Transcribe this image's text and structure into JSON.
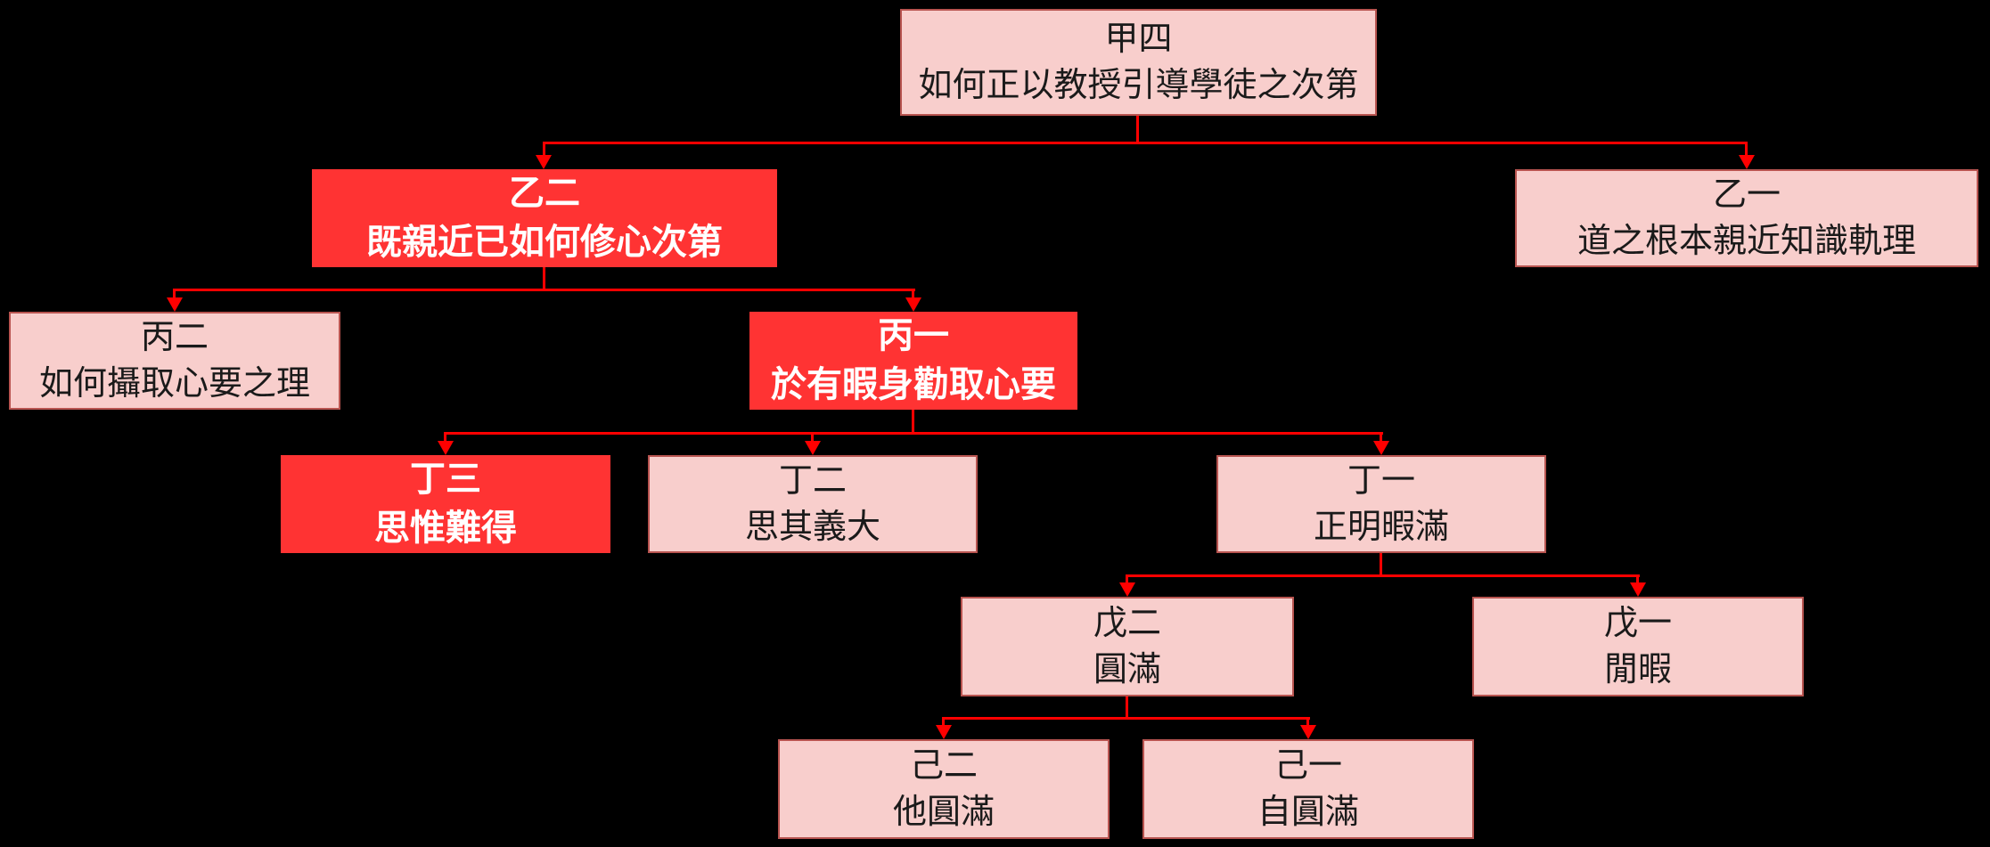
{
  "diagram": {
    "kind": "tree-flowchart",
    "colors": {
      "background": "#000000",
      "connector": "#ff0000",
      "node_fill": "#f8cecc",
      "node_border": "#b85450",
      "node_text": "#1a1a1a",
      "highlight_fill": "#ff3333",
      "highlight_text": "#ffffff"
    },
    "nodes": [
      {
        "code": "甲四",
        "title": "如何正以教授引導學徒之次第",
        "highlighted": false
      },
      {
        "code": "乙二",
        "title": "既親近已如何修心次第",
        "highlighted": true
      },
      {
        "code": "乙一",
        "title": "道之根本親近知識軌理",
        "highlighted": false
      },
      {
        "code": "丙二",
        "title": "如何攝取心要之理",
        "highlighted": false
      },
      {
        "code": "丙一",
        "title": "於有暇身勸取心要",
        "highlighted": true
      },
      {
        "code": "丁三",
        "title": "思惟難得",
        "highlighted": true
      },
      {
        "code": "丁二",
        "title": "思其義大",
        "highlighted": false
      },
      {
        "code": "丁一",
        "title": "正明暇滿",
        "highlighted": false
      },
      {
        "code": "戊二",
        "title": "圓滿",
        "highlighted": false
      },
      {
        "code": "戊一",
        "title": "閒暇",
        "highlighted": false
      },
      {
        "code": "己二",
        "title": "他圓滿",
        "highlighted": false
      },
      {
        "code": "己一",
        "title": "自圓滿",
        "highlighted": false
      }
    ],
    "edges": [
      {
        "from": "甲四",
        "to": [
          "乙二",
          "乙一"
        ]
      },
      {
        "from": "乙二",
        "to": [
          "丙二",
          "丙一"
        ]
      },
      {
        "from": "丙一",
        "to": [
          "丁三",
          "丁二",
          "丁一"
        ]
      },
      {
        "from": "丁一",
        "to": [
          "戊二",
          "戊一"
        ]
      },
      {
        "from": "戊二",
        "to": [
          "己二",
          "己一"
        ]
      }
    ]
  }
}
